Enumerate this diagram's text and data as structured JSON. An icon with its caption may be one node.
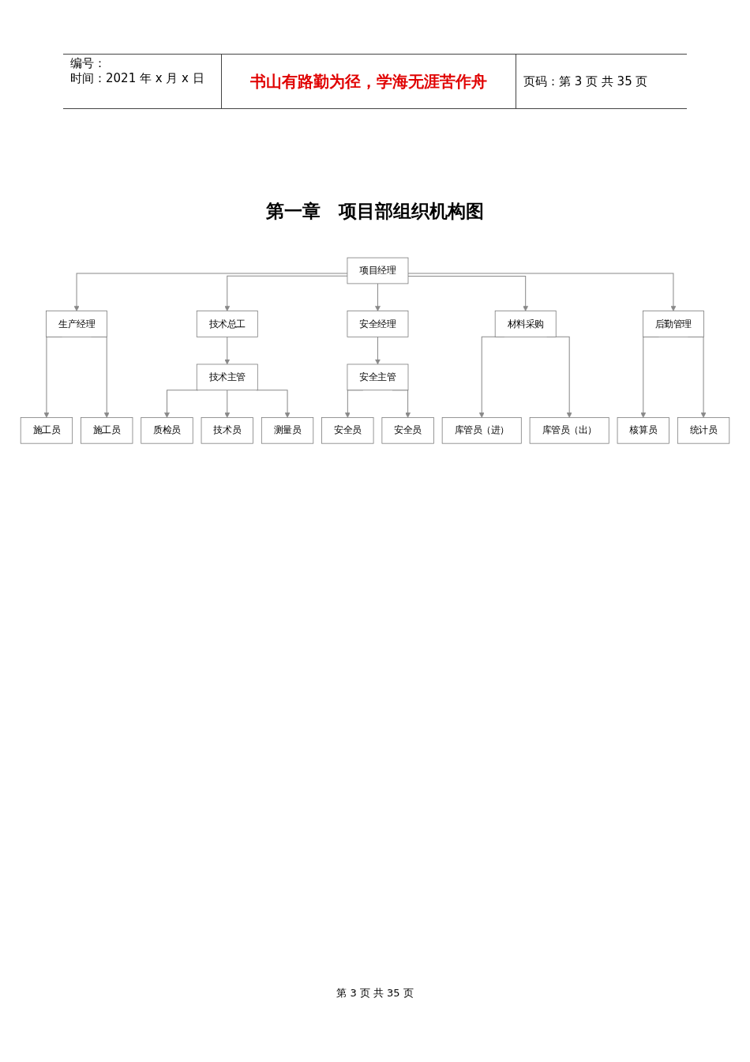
{
  "diagram": {
    "title": "第一章　项目部组织机构图",
    "nodes": [
      {
        "text": [
          "项目经理"
        ]
      },
      {
        "text": [
          "生产经理"
        ]
      },
      {
        "text": [
          "技术总工"
        ]
      },
      {
        "text": [
          "安全经理"
        ]
      },
      {
        "text": [
          "材料采购"
        ]
      },
      {
        "text": [
          "后勤管理"
        ]
      },
      {
        "text": [
          "施工员"
        ]
      },
      {
        "text": [
          "施工员"
        ]
      },
      {
        "text": [
          "技术主管"
        ]
      },
      {
        "text": [
          "质检员"
        ]
      },
      {
        "text": [
          "技术员"
        ]
      },
      {
        "text": [
          "测量员"
        ]
      },
      {
        "text": [
          "安全主管"
        ]
      },
      {
        "text": [
          "安全员"
        ]
      },
      {
        "text": [
          "安全员"
        ]
      },
      {
        "text": [
          "库管员（进）"
        ]
      },
      {
        "text": [
          "库管员（出）"
        ]
      },
      {
        "text": [
          "核算员"
        ]
      },
      {
        "text": [
          "统计员"
        ]
      }
    ],
    "edges": [
      {
        "from": 0,
        "to": 1,
        "arrow": "to"
      },
      {
        "from": 0,
        "to": 2,
        "arrow": "to"
      },
      {
        "from": 0,
        "to": 3,
        "arrow": "to"
      },
      {
        "from": 0,
        "to": 4,
        "arrow": "to"
      },
      {
        "from": 0,
        "to": 5,
        "arrow": "to"
      },
      {
        "from": 1,
        "to": 6,
        "arrow": "to"
      },
      {
        "from": 1,
        "to": 7,
        "arrow": "to"
      },
      {
        "from": 2,
        "to": 8,
        "arrow": "to"
      },
      {
        "from": 8,
        "to": 9,
        "arrow": "to"
      },
      {
        "from": 8,
        "to": 10,
        "arrow": "to"
      },
      {
        "from": 8,
        "to": 11,
        "arrow": "to"
      },
      {
        "from": 3,
        "to": 12,
        "arrow": "to"
      },
      {
        "from": 12,
        "to": 13,
        "arrow": "to"
      },
      {
        "from": 12,
        "to": 14,
        "arrow": "to"
      },
      {
        "from": 4,
        "to": 15,
        "arrow": "to"
      },
      {
        "from": 4,
        "to": 16,
        "arrow": "to"
      },
      {
        "from": 5,
        "to": 17,
        "arrow": "to"
      },
      {
        "from": 5,
        "to": 18,
        "arrow": "to"
      }
    ],
    "labels": [
      "编号：",
      "时间：2021 年 x 月 x 日",
      "书山有路勤为径，学海无涯苦作舟",
      "页码：第 3 页 共 35 页",
      "第 3 页 共 35 页"
    ]
  }
}
